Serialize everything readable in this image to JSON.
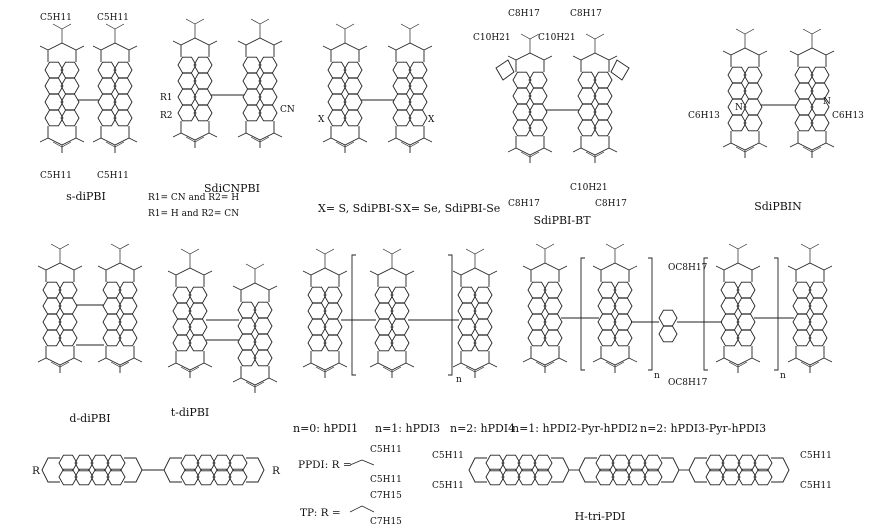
{
  "colors": {
    "ink": "#111111",
    "background": "#ffffff"
  },
  "row1": {
    "s_dipbi": {
      "caption": "s-diPBI",
      "alkyl": "C5H11"
    },
    "sdicnpbi": {
      "caption": "SdiCNPBI",
      "r1": "R1",
      "r2": "R2",
      "cn": "CN",
      "note1": "R1= CN and R2= H",
      "note2": "R1= H and R2= CN"
    },
    "sdipbi_s": {
      "caption1": "X= S, SdiPBI-S",
      "caption2": "X= Se, SdiPBI-Se",
      "x": "X"
    },
    "sdipbi_bt": {
      "caption": "SdiPBI-BT",
      "chain1": "C8H17",
      "chain2": "C10H21"
    },
    "sdipbin": {
      "caption": "SdiPBIN",
      "n": "N",
      "hexyl": "C6H13"
    }
  },
  "row2": {
    "d_dipbi": {
      "caption": "d-diPBI"
    },
    "t_dipbi": {
      "caption": "t-diPBI"
    },
    "hpdi": {
      "n0": "n=0: hPDI1",
      "n1": "n=1: hPDI3",
      "n2": "n=2: hPDI4",
      "n_sym": "n"
    },
    "hpdi_pyr": {
      "n1": "n=1: hPDI2-Pyr-hPDI2",
      "n2": "n=2: hPDI3-Pyr-hPDI3",
      "oc8": "OC8H17"
    }
  },
  "row3": {
    "ppdi_label": "PPDI: R =",
    "tp_label": "TP: R =",
    "r": "R",
    "c5": "C5H11",
    "c7": "C7H15",
    "htripdi": "H-tri-PDI"
  }
}
